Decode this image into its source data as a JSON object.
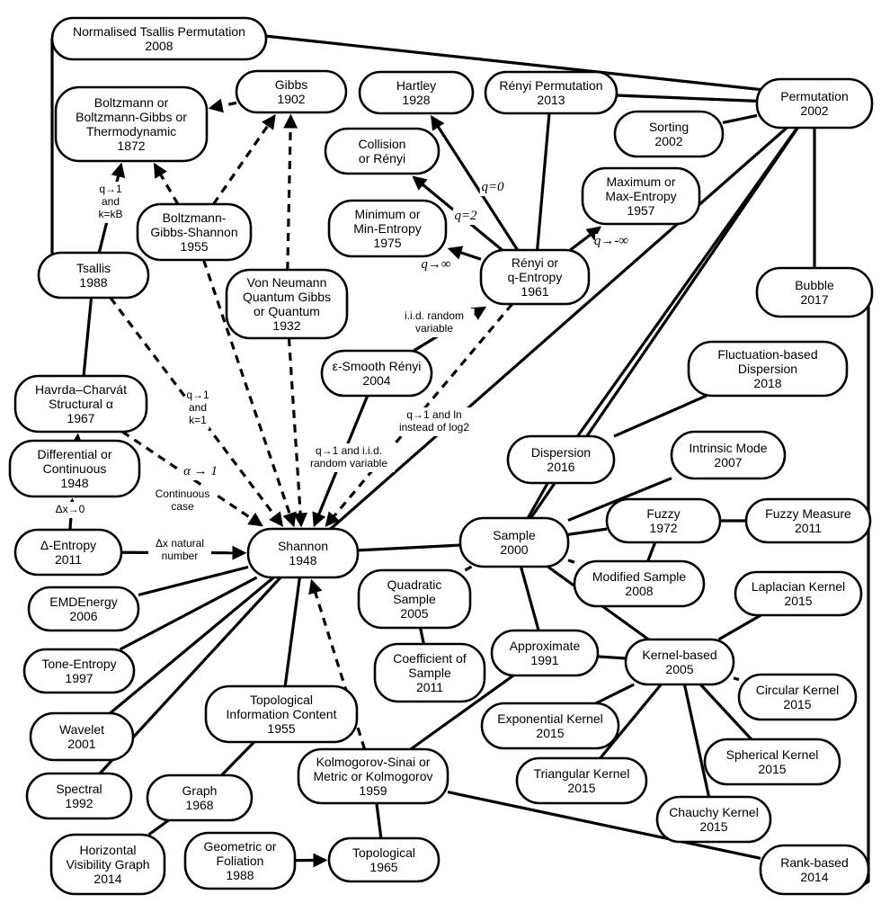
{
  "nodes": {
    "normalised_tsallis": [
      "Normalised Tsallis Permutation",
      "2008"
    ],
    "gibbs": [
      "Gibbs",
      "1902"
    ],
    "hartley": [
      "Hartley",
      "1928"
    ],
    "renyi_perm": [
      "Rényi Permutation",
      "2013"
    ],
    "permutation": [
      "Permutation",
      "2002"
    ],
    "boltzmann": [
      "Boltzmann or",
      "Boltzmann-Gibbs or",
      "Thermodynamic",
      "1872"
    ],
    "sorting": [
      "Sorting",
      "2002"
    ],
    "collision": [
      "Collision",
      "or Rényi"
    ],
    "maximum": [
      "Maximum or",
      "Max-Entropy",
      "1957"
    ],
    "minimum": [
      "Minimum or",
      "Min-Entropy",
      "1975"
    ],
    "bgs": [
      "Boltzmann-",
      "Gibbs-Shannon",
      "1955"
    ],
    "tsallis": [
      "Tsallis",
      "1988"
    ],
    "renyi": [
      "Rényi or",
      "q-Entropy",
      "1961"
    ],
    "von_neumann": [
      "Von Neumann",
      "Quantum Gibbs",
      "or Quantum",
      "1932"
    ],
    "bubble": [
      "Bubble",
      "2017"
    ],
    "fluct_disp": [
      "Fluctuation-based",
      "Dispersion",
      "2018"
    ],
    "smooth_renyi": [
      "ε-Smooth Rényi",
      "2004"
    ],
    "havrda": [
      "Havrda–Charvát",
      "Structural α",
      "1967"
    ],
    "differential": [
      "Differential or",
      "Continuous",
      "1948"
    ],
    "dispersion": [
      "Dispersion",
      "2016"
    ],
    "intrinsic": [
      "Intrinsic Mode",
      "2007"
    ],
    "fuzzy": [
      "Fuzzy",
      "1972"
    ],
    "fuzzy_measure": [
      "Fuzzy Measure",
      "2011"
    ],
    "delta_entropy": [
      "Δ-Entropy",
      "2011"
    ],
    "shannon": [
      "Shannon",
      "1948"
    ],
    "sample": [
      "Sample",
      "2000"
    ],
    "modified_sample": [
      "Modified Sample",
      "2008"
    ],
    "laplacian": [
      "Laplacian Kernel",
      "2015"
    ],
    "quadratic": [
      "Quadratic",
      "Sample",
      "2005"
    ],
    "emd": [
      "EMDEnergy",
      "2006"
    ],
    "approximate": [
      "Approximate",
      "1991"
    ],
    "kernel": [
      "Kernel-based",
      "2005"
    ],
    "coefficient": [
      "Coefficient of",
      "Sample",
      "2011"
    ],
    "tone": [
      "Tone-Entropy",
      "1997"
    ],
    "circular": [
      "Circular Kernel",
      "2015"
    ],
    "topo_info": [
      "Topological",
      "Information Content",
      "1955"
    ],
    "exponential": [
      "Exponential Kernel",
      "2015"
    ],
    "wavelet": [
      "Wavelet",
      "2001"
    ],
    "spherical": [
      "Spherical Kernel",
      "2015"
    ],
    "kolmogorov": [
      "Kolmogorov-Sinai or",
      "Metric or Kolmogorov",
      "1959"
    ],
    "triangular": [
      "Triangular Kernel",
      "2015"
    ],
    "spectral": [
      "Spectral",
      "1992"
    ],
    "graph": [
      "Graph",
      "1968"
    ],
    "chauchy": [
      "Chauchy Kernel",
      "2015"
    ],
    "hvg": [
      "Horizontal",
      "Visibility Graph",
      "2014"
    ],
    "geometric": [
      "Geometric or",
      "Foliation",
      "1988"
    ],
    "topological": [
      "Topological",
      "1965"
    ],
    "rank": [
      "Rank-based",
      "2014"
    ]
  },
  "edge_labels": {
    "q0": "q=0",
    "q2": "q=2",
    "qinf": "q→∞",
    "qneginf": "q→-∞",
    "tsallis_boltz": [
      "q→1",
      "and",
      "k=kB"
    ],
    "iid": [
      "i.i.d. random",
      "variable"
    ],
    "tsallis_shannon": [
      "q→1",
      "and",
      "k=1"
    ],
    "renyi_shannon": [
      "q→1 and ln",
      "instead of log2"
    ],
    "smooth_shannon": [
      "q→1 and  i.i.d.",
      "random variable"
    ],
    "alpha": "α → 1",
    "continuous": [
      "Continuous",
      "case"
    ],
    "deltax0": "Δx→0",
    "deltax_nat": [
      "Δx natural",
      "number"
    ]
  }
}
